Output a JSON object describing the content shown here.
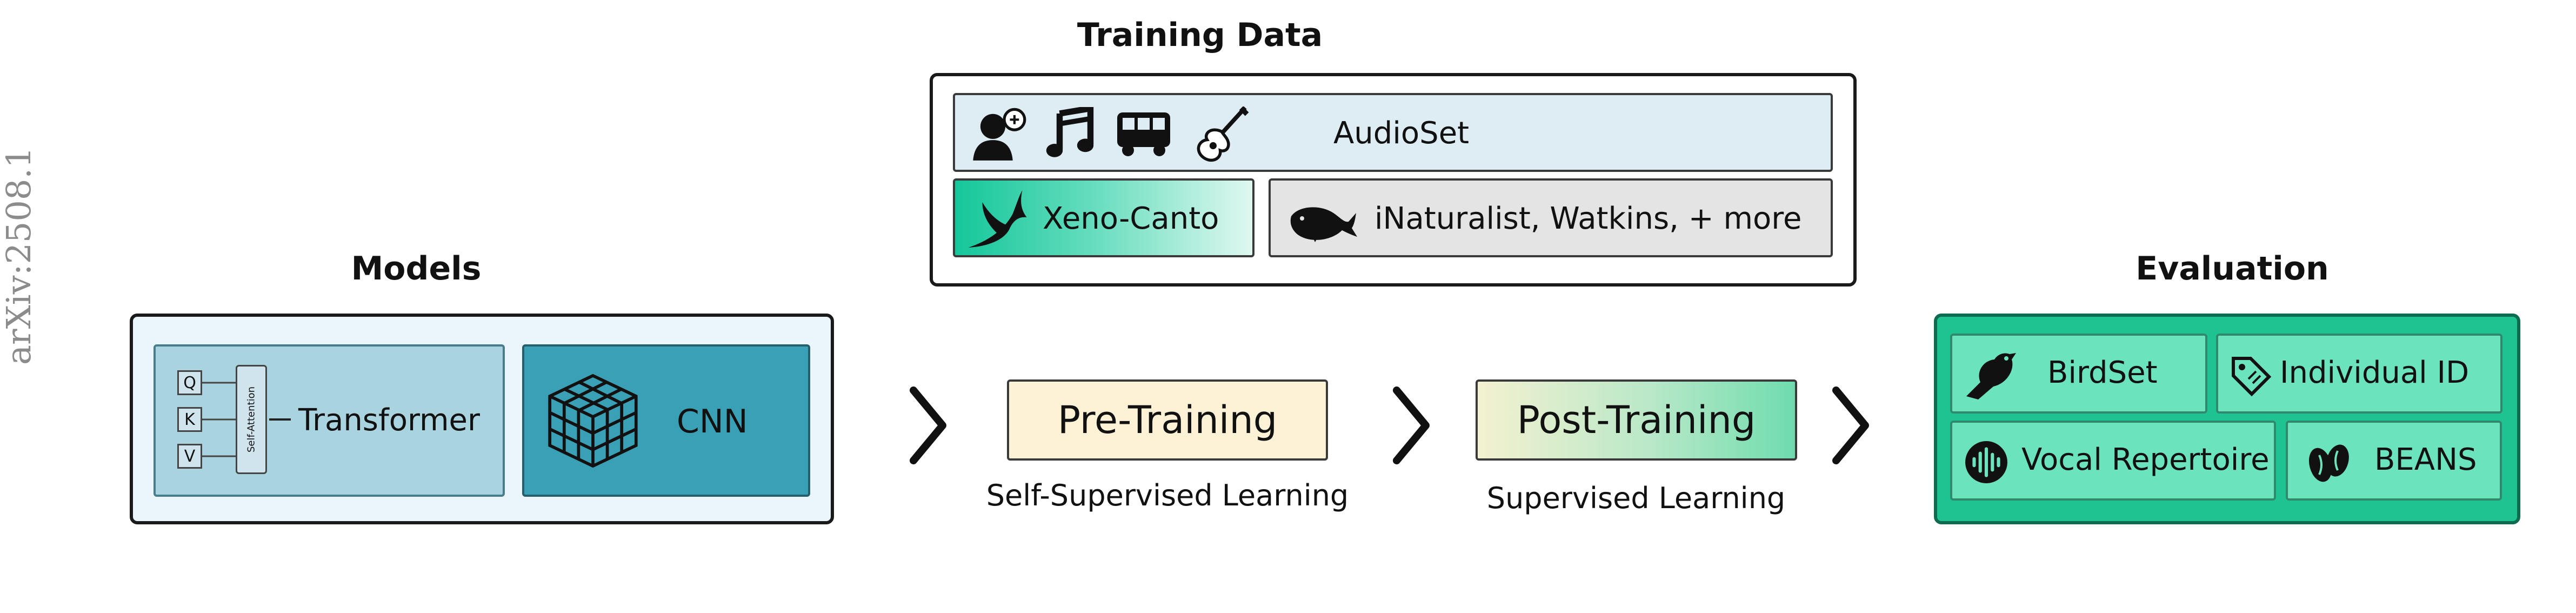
{
  "watermark": "arXiv:2508.1",
  "training_data": {
    "title": "Training Data",
    "audioset": "AudioSet",
    "xeno_canto": "Xeno-Canto",
    "others": "iNaturalist, Watkins, + more"
  },
  "models": {
    "title": "Models",
    "qkv": [
      "Q",
      "K",
      "V"
    ],
    "self_attention": "Self-Attention",
    "transformer": "Transformer",
    "cnn": "CNN"
  },
  "pretraining": {
    "label": "Pre-Training",
    "sub": "Self-Supervised Learning"
  },
  "posttraining": {
    "label": "Post-Training",
    "sub": "Supervised Learning"
  },
  "evaluation": {
    "title": "Evaluation",
    "birdset": "BirdSet",
    "individual_id": "Individual ID",
    "vocal_repertoire": "Vocal Repertoire",
    "beans": "BEANS"
  },
  "colors": {
    "models_bg": "#eaf6fb",
    "transformer_bg": "#a8d3df",
    "cnn_bg": "#3aa0b5",
    "audioset_bg": "#deedf4",
    "others_bg": "#e4e4e4",
    "xeno_green": "#14c79a",
    "pretrain_bg": "#fdf1d6",
    "eval_bg": "#1ec391",
    "eval_chip": "#6be3bd"
  }
}
